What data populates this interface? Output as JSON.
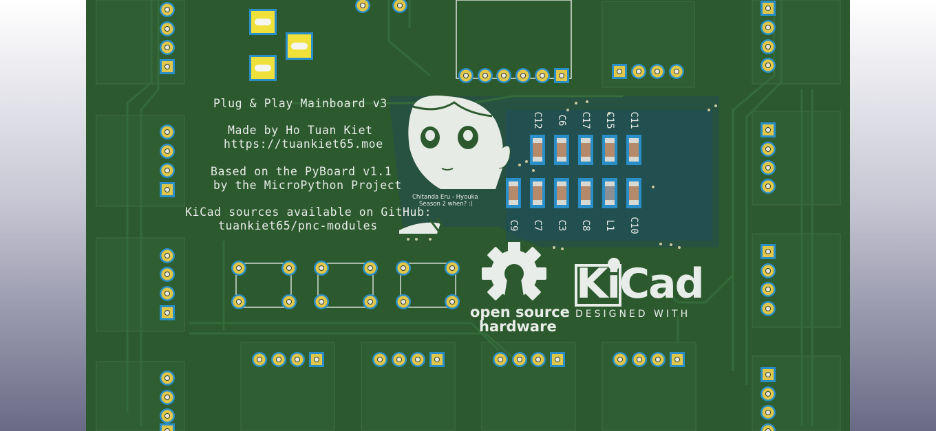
{
  "board": {
    "info_lines": [
      "Plug & Play Mainboard v3",
      "Made by Ho Tuan Kiet",
      "https://tuankiet65.moe",
      "Based on the PyBoard v1.1",
      "by the MicroPython Project",
      "KiCad sources available on GitHub:",
      "tuankiet65/pnc-modules"
    ],
    "artwork_caption": [
      "Chitanda Eru - Hyouka",
      "Season 2 when? :("
    ],
    "component_refs_top": [
      "C12",
      "C6",
      "C17",
      "C15",
      "C11"
    ],
    "component_refs_bottom": [
      "C9",
      "C7",
      "C3",
      "C8",
      "L1",
      "C10"
    ],
    "oshw_logo": [
      "open source",
      "hardware"
    ],
    "kicad_logo": {
      "name": "KiCad",
      "tagline": "DESIGNED WITH"
    }
  },
  "colors": {
    "background_top": "#ffffff",
    "background_bottom": "#6a6a86",
    "soldermask": "#2c5a2e",
    "copper_fill": "#1f4f5a",
    "pad_gold": "#e0c74a",
    "silkscreen": "#e8ece8"
  }
}
